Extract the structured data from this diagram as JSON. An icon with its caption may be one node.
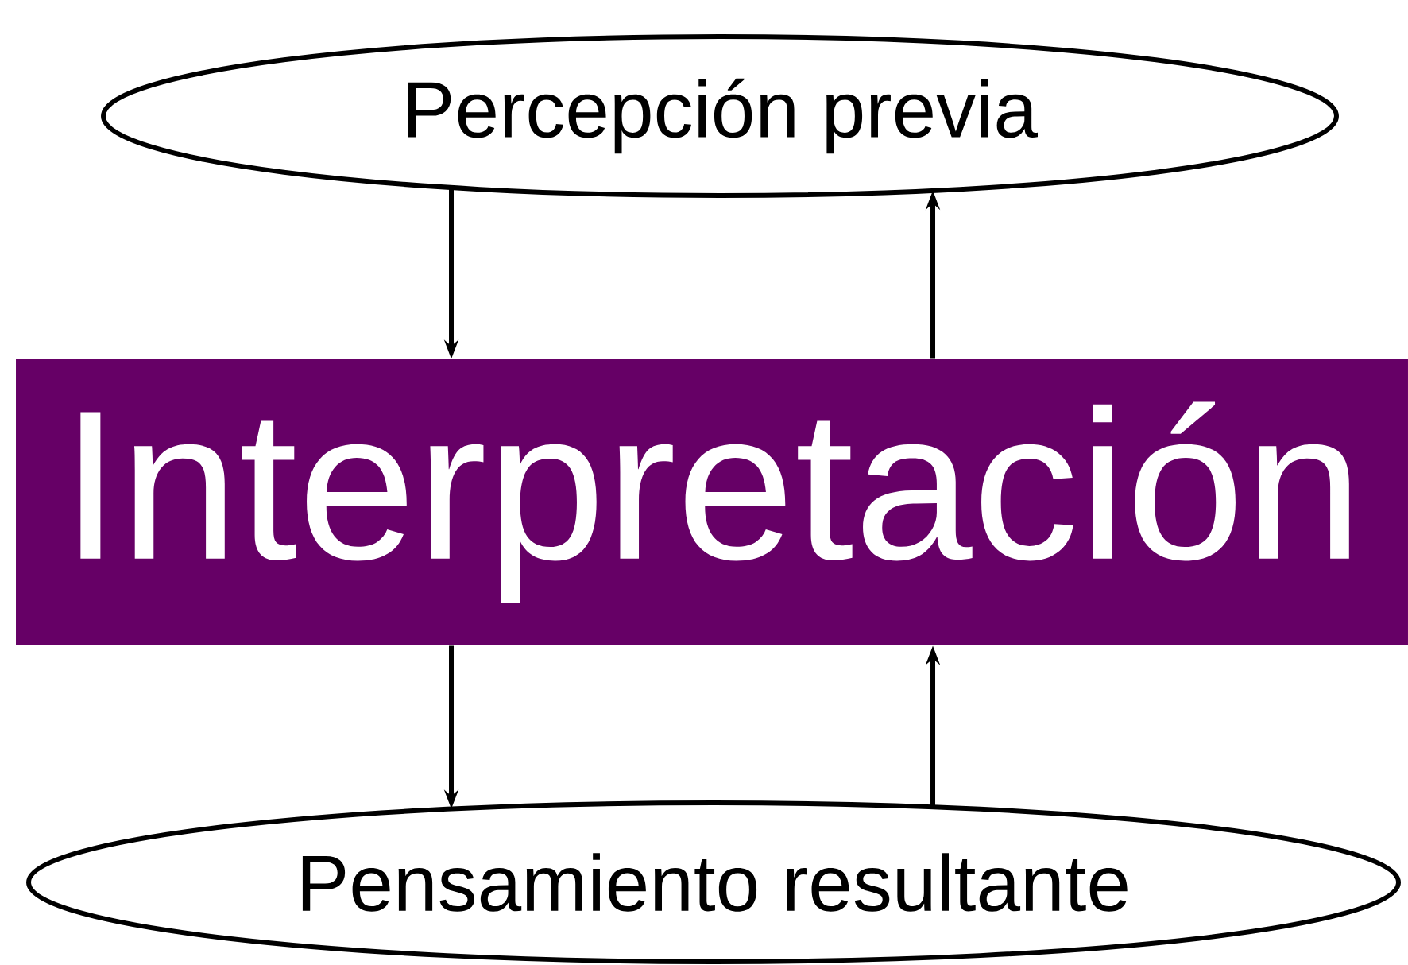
{
  "diagram": {
    "nodes": [
      {
        "text": [
          "Percepción previa"
        ]
      },
      {
        "text": [
          "Interpretación"
        ]
      },
      {
        "text": [
          "Pensamiento resultante"
        ]
      }
    ],
    "edges": [
      {
        "from": 0,
        "to": 1,
        "arrow": "to"
      },
      {
        "from": 1,
        "to": 0,
        "arrow": "to"
      },
      {
        "from": 1,
        "to": 2,
        "arrow": "to"
      },
      {
        "from": 2,
        "to": 1,
        "arrow": "to"
      }
    ]
  }
}
